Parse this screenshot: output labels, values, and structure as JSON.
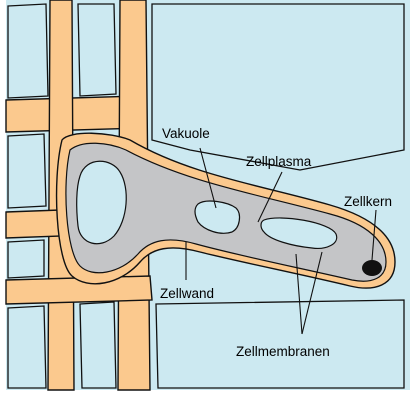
{
  "diagram": {
    "labels": {
      "vakuole": "Vakuole",
      "zellplasma": "Zellplasma",
      "zellkern": "Zellkern",
      "zellwand": "Zellwand",
      "zellmembranen": "Zellmembranen"
    },
    "colors": {
      "background": "#cce9f1",
      "cell_wall": "#fbc98e",
      "cytoplasm": "#c4c5c7",
      "vacuole": "#cce9f1",
      "nucleus": "#111111",
      "outline": "#111111"
    }
  }
}
